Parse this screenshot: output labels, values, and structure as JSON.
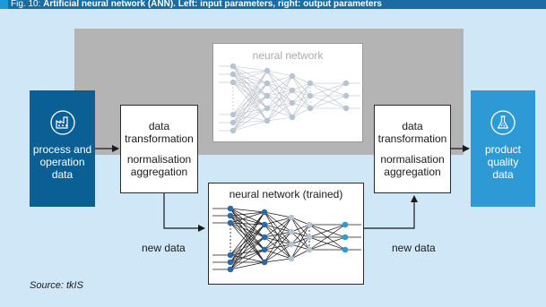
{
  "header": {
    "fig_label": "Fig. 10:",
    "title": "Artificial neural network (ANN). Left: input parameters, right: output parameters"
  },
  "input_box": {
    "line1": "process and",
    "line2": "operation",
    "line3": "data",
    "icon": "factory-icon"
  },
  "output_box": {
    "line1": "product",
    "line2": "quality",
    "line3": "data",
    "icon": "flask-icon"
  },
  "transform_left": {
    "line1": "data",
    "line2": "transformation",
    "line3": "normalisation",
    "line4": "aggregation"
  },
  "transform_right": {
    "line1": "data",
    "line2": "transformation",
    "line3": "normalisation",
    "line4": "aggregation"
  },
  "nn_top": {
    "label": "neural network"
  },
  "nn_bottom": {
    "label": "neural network (trained)"
  },
  "new_data_left": "new data",
  "new_data_right": "new data",
  "source": "Source: tkIS",
  "colors": {
    "background": "#cfe7f6",
    "header": "#1a6da4",
    "input_box": "#0a5f95",
    "output_box": "#2d9ad6",
    "gray_band": "#b4b4b4",
    "node_dark": "#2b6aa8",
    "node_light": "#2d9ad6",
    "node_gray": "#b5c3d3"
  }
}
